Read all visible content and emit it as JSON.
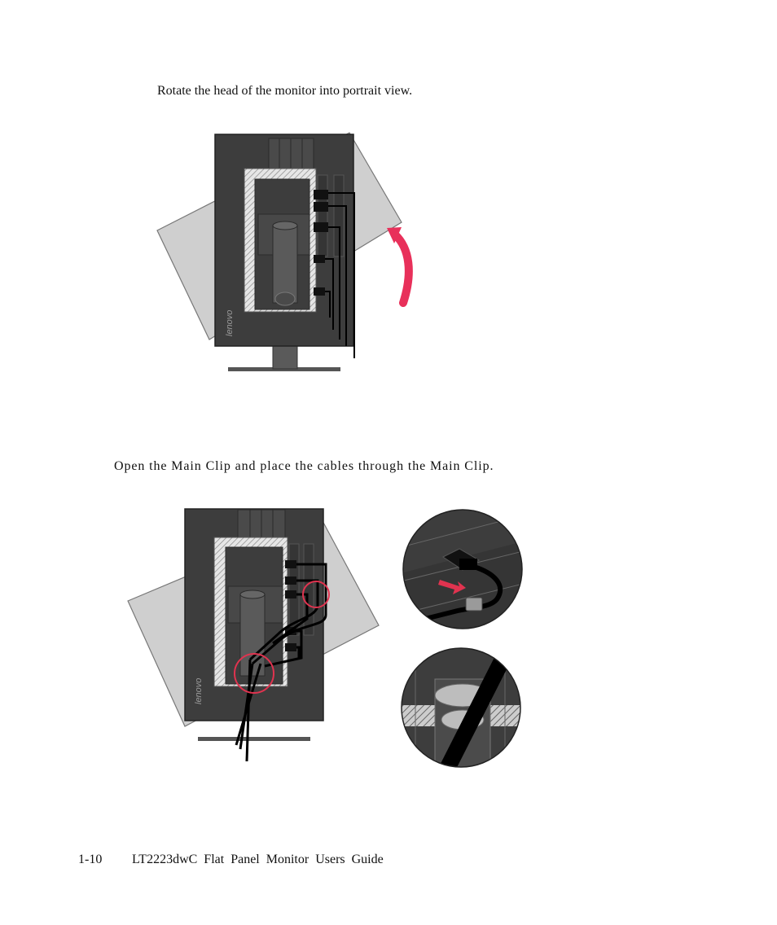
{
  "steps": [
    {
      "text": "Rotate the head of the monitor into portrait view."
    },
    {
      "text": "Open the Main Clip and place the cables through the Main Clip."
    }
  ],
  "footer": {
    "page_number": "1-10",
    "guide_title": "LT2223dwC Flat  Panel  Monitor  Users  Guide"
  },
  "figures": {
    "brand_mark": "lenovo"
  },
  "colors": {
    "monitor_body": "#3d3d3d",
    "monitor_tilted": "#cfcfcf",
    "rotation_arrow": "#e8305a",
    "highlight_circle": "#e0334f"
  }
}
